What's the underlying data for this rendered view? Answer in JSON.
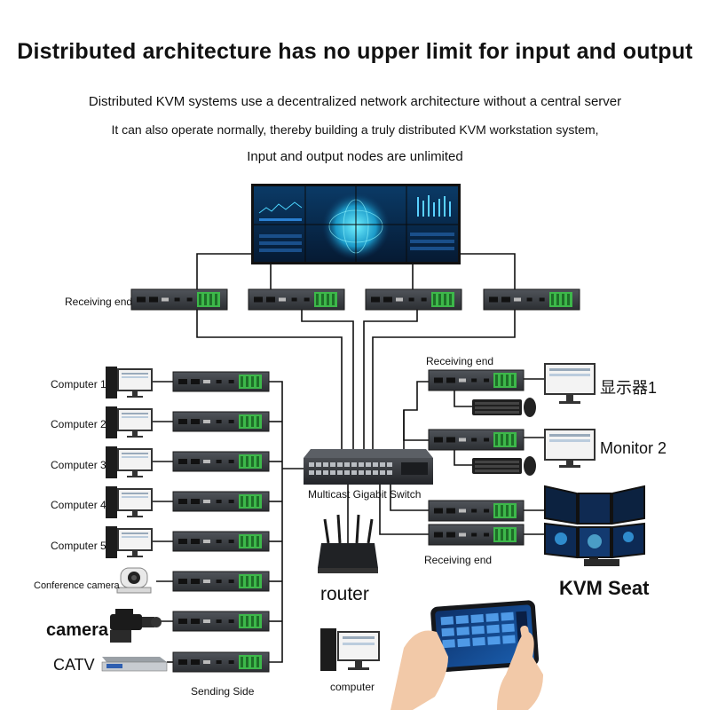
{
  "title": "Distributed architecture has no upper limit for input and output",
  "subtitle_lines": [
    "Distributed KVM systems use a decentralized network architecture without a central server",
    "It can also operate normally, thereby building a truly distributed KVM workstation system,",
    "Input and output nodes are unlimited"
  ],
  "labels": {
    "receiving_end_top": "Receiving end",
    "receiving_end_right_top": "Receiving end",
    "receiving_end_right_bottom": "Receiving end",
    "sending_side": "Sending Side",
    "switch": "Multicast Gigabit Switch",
    "router": "router",
    "computer": "computer",
    "monitor_1": "显示器1",
    "monitor_2": "Monitor 2",
    "kvm_seat": "KVM Seat"
  },
  "sources": [
    "Computer 1",
    "Computer 2",
    "Computer 3",
    "Computer 4",
    "Computer 5",
    "Conference camera",
    "camera",
    "CATV"
  ],
  "colors": {
    "device_body": "#3a3d42",
    "terminal_green": "#3db84a",
    "line": "#111111",
    "screen_blue": "#0b2a4a"
  }
}
